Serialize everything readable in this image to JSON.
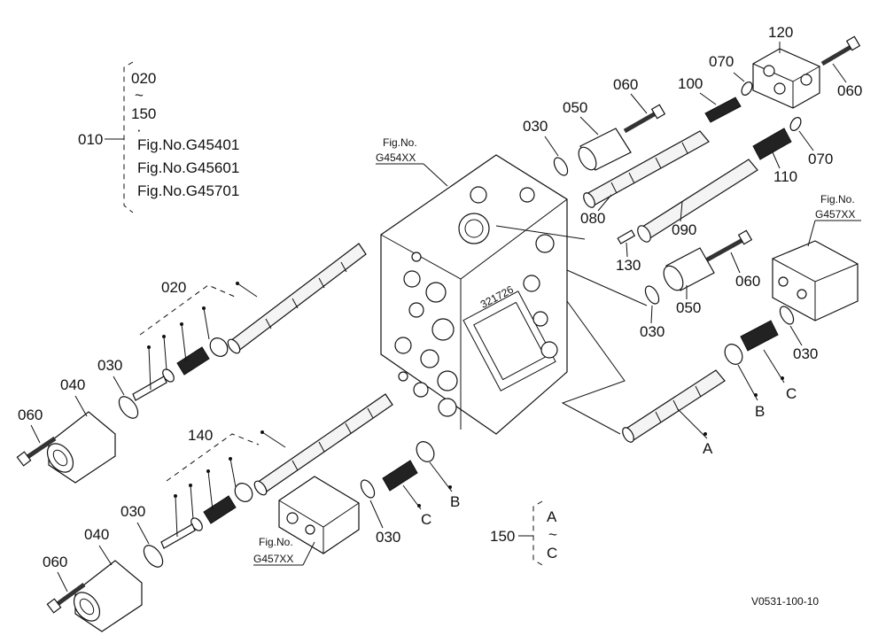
{
  "legend_top": {
    "ref": "010",
    "range_start": "020",
    "tilde": "~",
    "range_end": "150",
    "bullet": "·",
    "fig1": "Fig.No.G45401",
    "fig2": "Fig.No.G45601",
    "fig3": "Fig.No.G45701"
  },
  "legend_bottom": {
    "ref": "150",
    "range_start": "A",
    "tilde": "~",
    "range_end": "C"
  },
  "figrefs": {
    "body_a": "Fig.No.",
    "body_b": "G454XX",
    "right_a": "Fig.No.",
    "right_b": "G457XX",
    "bottom_a": "Fig.No.",
    "bottom_b": "G457XX"
  },
  "parts": {
    "p120": "120",
    "p070a": "070",
    "p100": "100",
    "p060a": "060",
    "p060b": "060",
    "p050a": "050",
    "p030a": "030",
    "p070b": "070",
    "p110": "110",
    "p080": "080",
    "p090": "090",
    "p130": "130",
    "p060c": "060",
    "p050b": "050",
    "p030b": "030",
    "p030c": "030",
    "pB1": "B",
    "pC1": "C",
    "pA1": "A",
    "p020": "020",
    "p030d": "030",
    "p040a": "040",
    "p060d": "060",
    "p140": "140",
    "p030e": "030",
    "pB2": "B",
    "pC2": "C",
    "p030f": "030",
    "p040b": "040",
    "p060e": "060"
  },
  "body_marking": "321726",
  "drawing_code": "V0531-100-10"
}
